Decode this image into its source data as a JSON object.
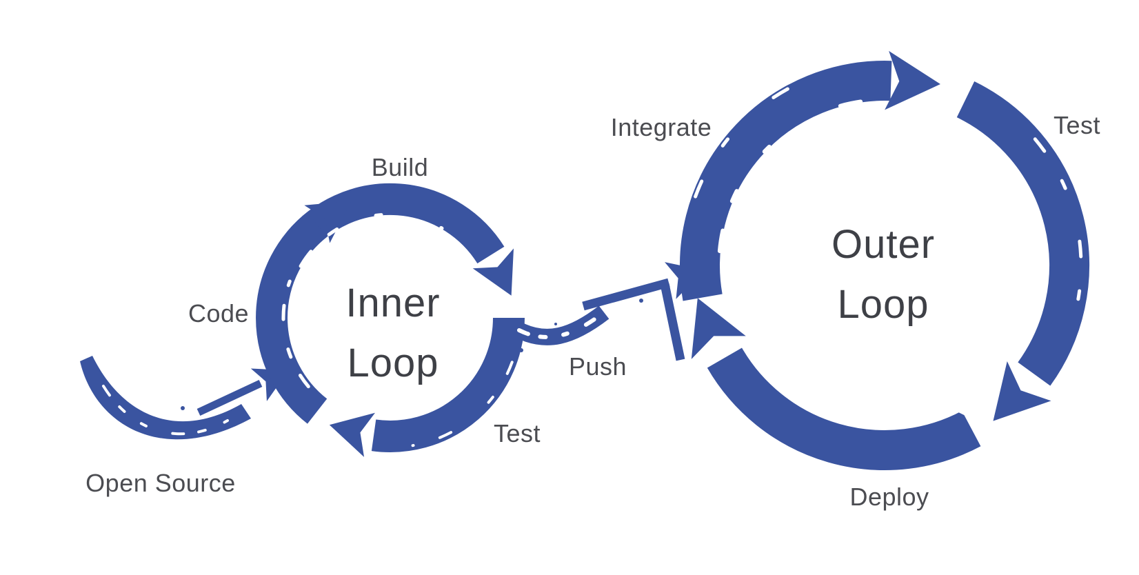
{
  "colors": {
    "loop_blue": "#3A54A0",
    "label_text": "#4B4C51",
    "title_text": "#3E4046",
    "background": "#FFFFFF"
  },
  "inner_loop": {
    "title": {
      "line1": "Inner",
      "line2": "Loop"
    },
    "stage_labels": [
      {
        "id": "build",
        "label": "Build"
      },
      {
        "id": "code",
        "label": "Code"
      },
      {
        "id": "test",
        "label": "Test"
      }
    ]
  },
  "outer_loop": {
    "title": {
      "line1": "Outer",
      "line2": "Loop"
    },
    "stage_labels": [
      {
        "id": "integrate",
        "label": "Integrate"
      },
      {
        "id": "test",
        "label": "Test"
      },
      {
        "id": "deploy",
        "label": "Deploy"
      }
    ]
  },
  "connectors": [
    {
      "id": "open-source",
      "label": "Open Source"
    },
    {
      "id": "push",
      "label": "Push"
    }
  ]
}
